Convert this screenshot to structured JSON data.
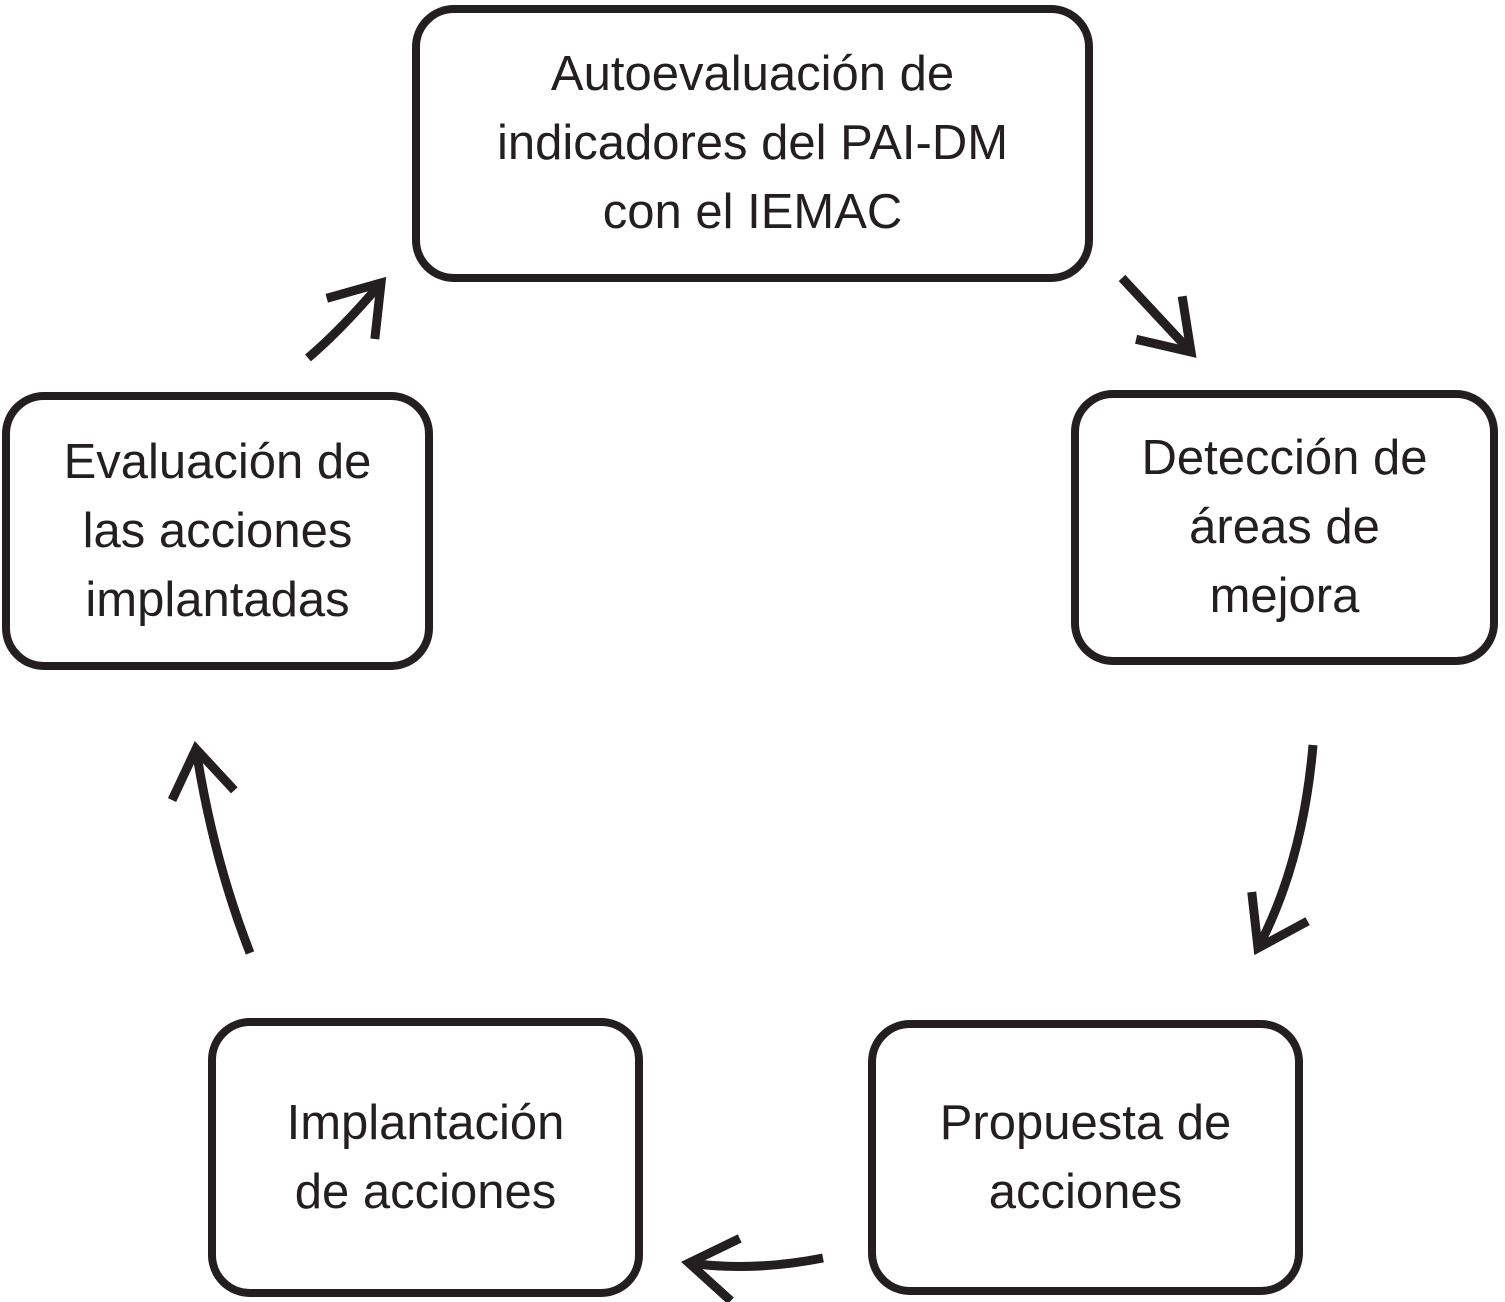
{
  "diagram": {
    "type": "cycle-flowchart",
    "nodes": [
      {
        "id": "autoevaluacion",
        "label": "Autoevaluación de\nindicadores del PAI-DM\ncon el IEMAC"
      },
      {
        "id": "deteccion",
        "label": "Detección de\náreas de\nmejora"
      },
      {
        "id": "propuesta",
        "label": "Propuesta de\nacciones"
      },
      {
        "id": "implantacion",
        "label": "Implantación\nde acciones"
      },
      {
        "id": "evaluacion",
        "label": "Evaluación de\nlas acciones\nimplantadas"
      }
    ],
    "edges": [
      {
        "from": "autoevaluacion",
        "to": "deteccion"
      },
      {
        "from": "deteccion",
        "to": "propuesta"
      },
      {
        "from": "propuesta",
        "to": "implantacion"
      },
      {
        "from": "implantacion",
        "to": "evaluacion"
      },
      {
        "from": "evaluacion",
        "to": "autoevaluacion"
      }
    ],
    "colors": {
      "stroke": "#231f20",
      "text": "#231f20",
      "background": "#ffffff"
    }
  }
}
